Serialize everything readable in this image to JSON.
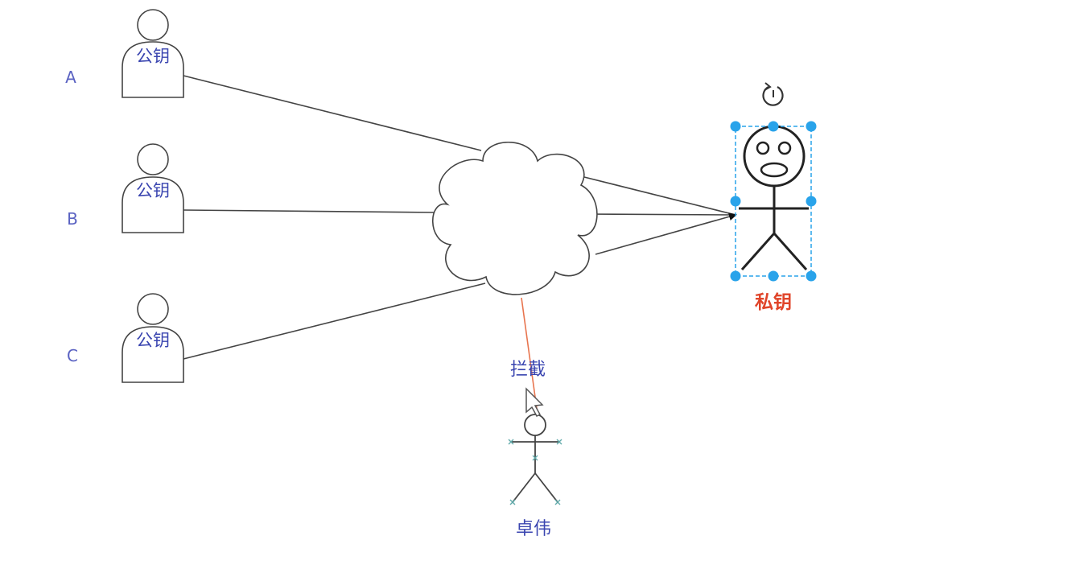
{
  "users": [
    {
      "letter": "A",
      "key_label": "公钥"
    },
    {
      "letter": "B",
      "key_label": "公钥"
    },
    {
      "letter": "C",
      "key_label": "公钥"
    }
  ],
  "receiver": {
    "key_label": "私钥"
  },
  "attacker": {
    "name": "卓伟",
    "action_label": "拦截"
  },
  "colors": {
    "letter": "#5a62c2",
    "key_label": "#3a45b0",
    "private_key": "#e0452a",
    "interceptor_line": "#e8754f",
    "selection": "#29a3ea",
    "stroke": "#333333"
  }
}
